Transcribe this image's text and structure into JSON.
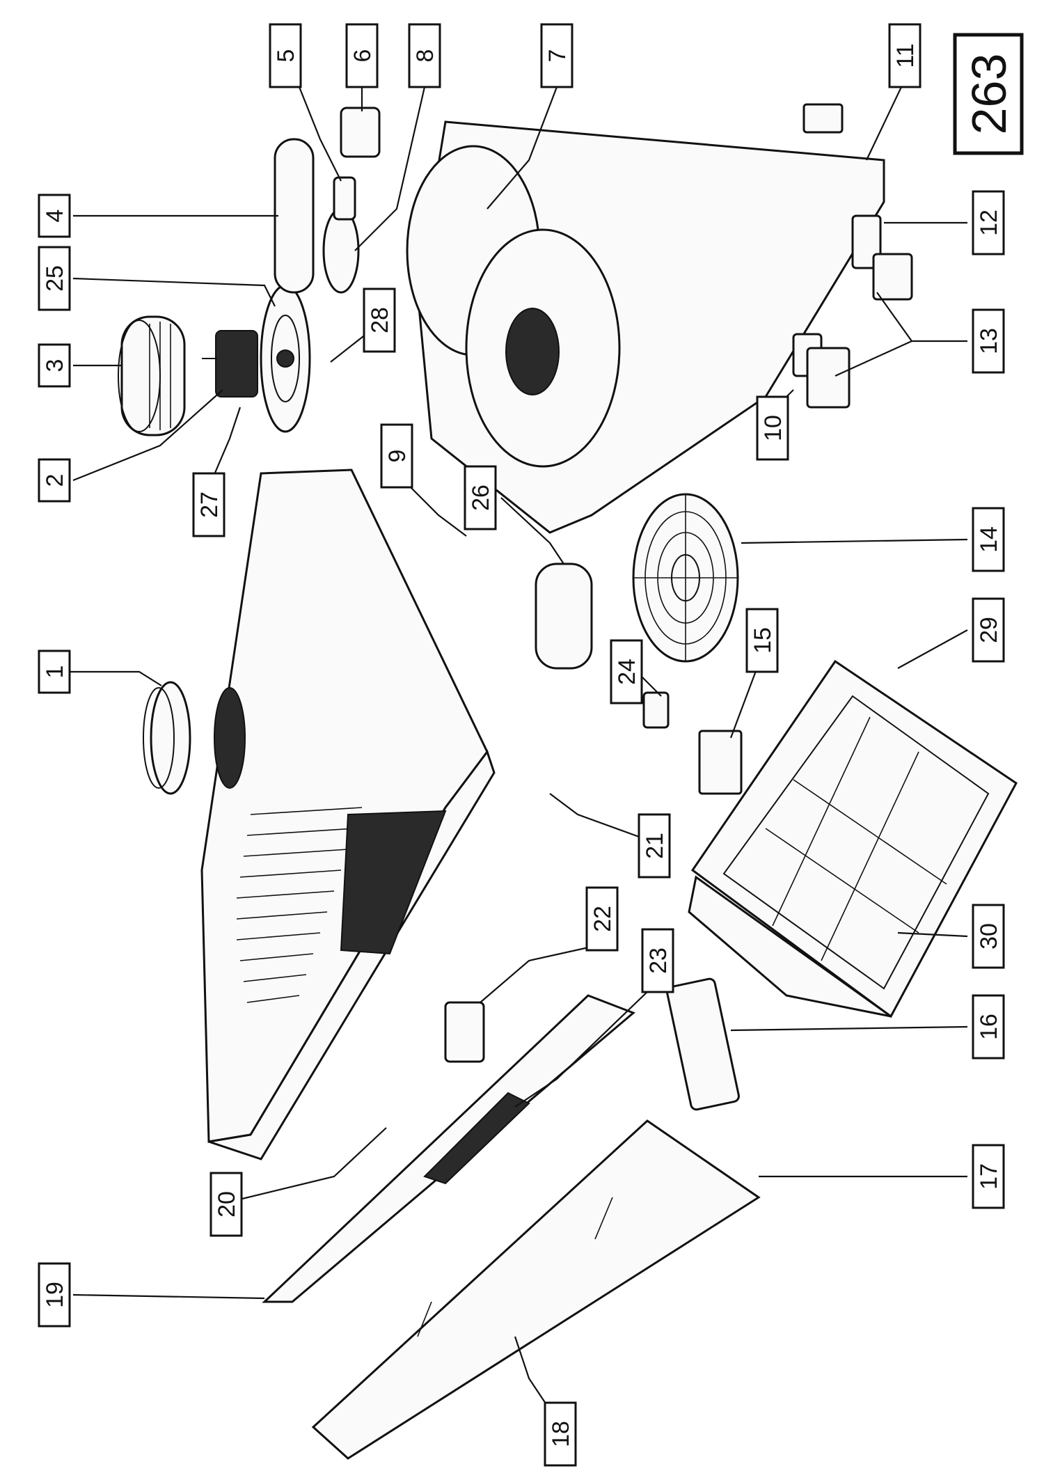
{
  "page_number": "263",
  "callouts": [
    {
      "id": "c1",
      "label": "1"
    },
    {
      "id": "c2",
      "label": "2"
    },
    {
      "id": "c3",
      "label": "3"
    },
    {
      "id": "c4",
      "label": "4"
    },
    {
      "id": "c5",
      "label": "5"
    },
    {
      "id": "c6",
      "label": "6"
    },
    {
      "id": "c7",
      "label": "7"
    },
    {
      "id": "c8",
      "label": "8"
    },
    {
      "id": "c9",
      "label": "9"
    },
    {
      "id": "c10",
      "label": "10"
    },
    {
      "id": "c11",
      "label": "11"
    },
    {
      "id": "c12",
      "label": "12"
    },
    {
      "id": "c13",
      "label": "13"
    },
    {
      "id": "c14",
      "label": "14"
    },
    {
      "id": "c15",
      "label": "15"
    },
    {
      "id": "c16",
      "label": "16"
    },
    {
      "id": "c17",
      "label": "17"
    },
    {
      "id": "c18",
      "label": "18"
    },
    {
      "id": "c19",
      "label": "19"
    },
    {
      "id": "c20",
      "label": "20"
    },
    {
      "id": "c21",
      "label": "21"
    },
    {
      "id": "c22",
      "label": "22"
    },
    {
      "id": "c23",
      "label": "23"
    },
    {
      "id": "c24",
      "label": "24"
    },
    {
      "id": "c25",
      "label": "25"
    },
    {
      "id": "c26",
      "label": "26"
    },
    {
      "id": "c27",
      "label": "27"
    },
    {
      "id": "c28",
      "label": "28"
    },
    {
      "id": "c29",
      "label": "29"
    },
    {
      "id": "c30",
      "label": "30"
    }
  ]
}
